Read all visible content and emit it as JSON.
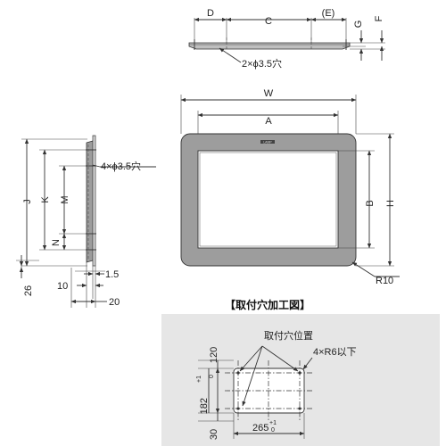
{
  "colors": {
    "panel_gray": "#9d9d9d",
    "inner_white": "#ffffff",
    "cutout_box": "#e6e6e6",
    "line": "#333333"
  },
  "top_view": {
    "dim_d": "D",
    "dim_c": "C",
    "dim_e": "(E)",
    "dim_g": "G",
    "dim_f": "F",
    "holes": "2×ϕ3.5穴"
  },
  "front_view": {
    "dim_w": "W",
    "dim_a": "A",
    "dim_b": "B",
    "dim_h": "H",
    "radius": "R10",
    "logo": "LAMP"
  },
  "side_view": {
    "dim_j": "J",
    "dim_k": "K",
    "dim_m": "M",
    "dim_n": "N",
    "holes": "4×ϕ3.5穴",
    "dim_26": "26",
    "dim_10": "10",
    "dim_1_5": "1.5",
    "dim_20": "20"
  },
  "cutout": {
    "title": "【取付穴加工図】",
    "hole_pos": "取付穴位置",
    "corner_r": "4×R6以下",
    "dim_120": "120",
    "dim_182": "182",
    "dim_182_tol_up": "+1",
    "dim_182_tol_lo": "0",
    "dim_30": "30",
    "dim_265": "265",
    "dim_265_tol_up": "+1",
    "dim_265_tol_lo": "0"
  }
}
